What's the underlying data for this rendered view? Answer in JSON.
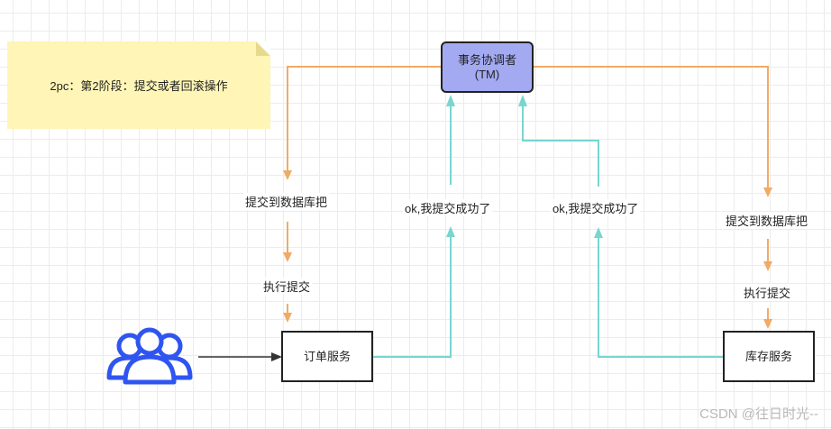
{
  "note": {
    "text": "2pc：第2阶段：提交或者回滚操作"
  },
  "coordinator": {
    "line1": "事务协调者",
    "line2": "(TM)"
  },
  "order_service": {
    "label": "订单服务"
  },
  "stock_service": {
    "label": "库存服务"
  },
  "labels": {
    "commit_to_db_left": "提交到数据库把",
    "execute_commit_left": "执行提交",
    "ok_left": "ok,我提交成功了",
    "ok_right": "ok,我提交成功了",
    "commit_to_db_right": "提交到数据库把",
    "execute_commit_right": "执行提交"
  },
  "watermark": "CSDN @往日时光--",
  "colors": {
    "note": "#fff5b6",
    "coordinator": "#a3aaf2",
    "commit_arrow": "#f0ab64",
    "ack_arrow": "#78d5d0",
    "users_icon": "#2f55f0",
    "user_arrow": "#333333"
  },
  "icons": {
    "users": "users-group-icon"
  }
}
